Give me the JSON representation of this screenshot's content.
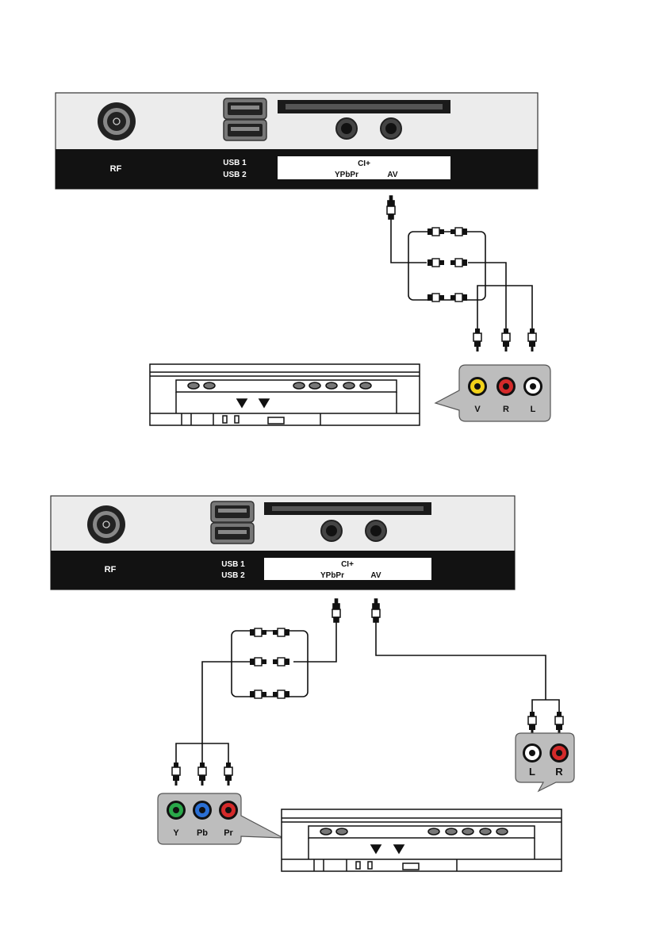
{
  "diagram1": {
    "panel": {
      "rf_label": "RF",
      "usb1_label": "USB 1",
      "usb2_label": "USB 2",
      "ci_label": "CI+",
      "ypbpr_label": "YPbPr",
      "av_label": "AV"
    },
    "callout": {
      "jacks": [
        {
          "label": "V",
          "color": "#f2d21a"
        },
        {
          "label": "R",
          "color": "#d42a2a"
        },
        {
          "label": "L",
          "color": "#ffffff"
        }
      ]
    }
  },
  "diagram2": {
    "panel": {
      "rf_label": "RF",
      "usb1_label": "USB 1",
      "usb2_label": "USB 2",
      "ci_label": "CI+",
      "ypbpr_label": "YPbPr",
      "av_label": "AV"
    },
    "audio_callout": {
      "jacks": [
        {
          "label": "L",
          "color": "#ffffff"
        },
        {
          "label": "R",
          "color": "#d42a2a"
        }
      ]
    },
    "video_callout": {
      "jacks": [
        {
          "label": "Y",
          "color": "#2aa84a"
        },
        {
          "label": "Pb",
          "color": "#2a6fd4"
        },
        {
          "label": "Pr",
          "color": "#d42a2a"
        }
      ]
    }
  },
  "icons": {
    "rf_socket": "coax-socket-icon",
    "usb_port": "usb-port-icon",
    "audio_jack": "mini-jack-icon",
    "rca_plug": "rca-plug-icon",
    "player": "dvd-player-icon"
  },
  "colors": {
    "panel_light": "#ececec",
    "panel_dark": "#121212",
    "callout_bg": "#bdbdbd"
  }
}
